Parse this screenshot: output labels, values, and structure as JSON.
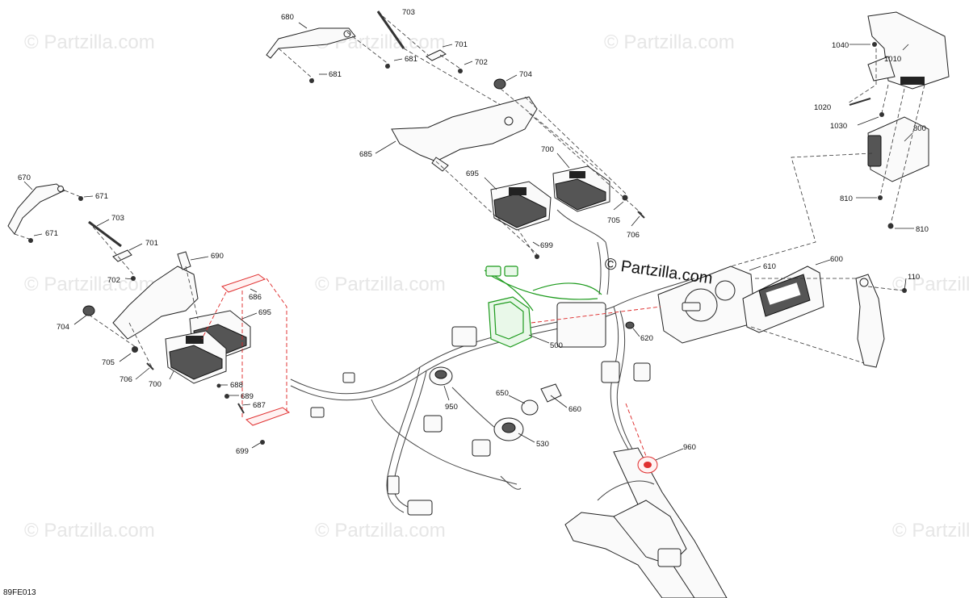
{
  "watermark": "© Partzilla.com",
  "center_watermark": "© Partzilla.com",
  "diagram_code": "89FE013",
  "colors": {
    "highlight_red": "#e03030",
    "highlight_green": "#1c9a1c",
    "ink": "#222222",
    "watermark": "#e6e6e6"
  },
  "callouts": {
    "c680": "680",
    "c703a": "703",
    "c701a": "701",
    "c681a": "681",
    "c702a": "702",
    "c681b": "681",
    "c704a": "704",
    "c685": "685",
    "c700a": "700",
    "c695a": "695",
    "c705a": "705",
    "c706a": "706",
    "c699a": "699",
    "c1040": "1040",
    "c1010": "1010",
    "c1020": "1020",
    "c1030": "1030",
    "c800": "800",
    "c810a": "810",
    "c810b": "810",
    "c670": "670",
    "c671a": "671",
    "c703b": "703",
    "c671b": "671",
    "c701b": "701",
    "c690": "690",
    "c702b": "702",
    "c704b": "704",
    "c686": "686",
    "c695b": "695",
    "c705b": "705",
    "c706b": "706",
    "c700b": "700",
    "c688": "688",
    "c689": "689",
    "c687": "687",
    "c699b": "699",
    "c610": "610",
    "c600": "600",
    "c110": "110",
    "c620": "620",
    "c500": "500",
    "c950": "950",
    "c650": "650",
    "c660": "660",
    "c530": "530",
    "c960": "960"
  }
}
